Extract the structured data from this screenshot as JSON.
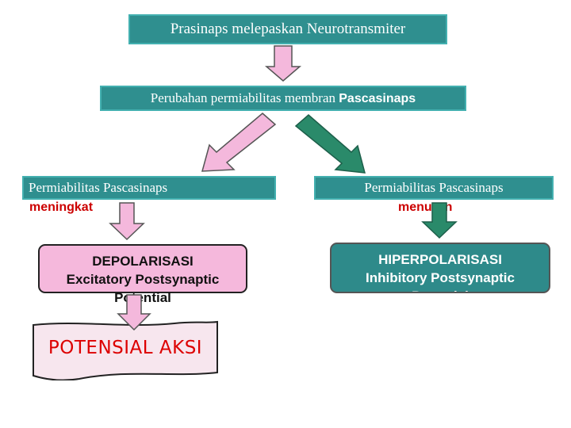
{
  "top_box": {
    "text": "Prasinaps melepaskan Neurotransmiter"
  },
  "mid_box": {
    "text_serif": "Perubahan permiabilitas membran ",
    "text_bold": "Pascasinaps"
  },
  "left_box": {
    "text": "Permiabilitas Pascasinaps",
    "word": "meningkat"
  },
  "right_box": {
    "text": "Permiabilitas Pascasinaps",
    "word": "menurun"
  },
  "depol_box": {
    "line1": "DEPOLARISASI",
    "line2": "Excitatory Postsynaptic",
    "line3": "Potential"
  },
  "hyper_box": {
    "line1": "HIPERPOLARISASI",
    "line2": "Inhibitory Postsynaptic",
    "line3": "Potential"
  },
  "aksi_box": {
    "text": "POTENSIAL AKSI"
  },
  "colors": {
    "teal": "#2f8f8f",
    "pink": "#f5b8dc",
    "red": "#cc0000",
    "green_arrow": "#2a8a6a"
  }
}
